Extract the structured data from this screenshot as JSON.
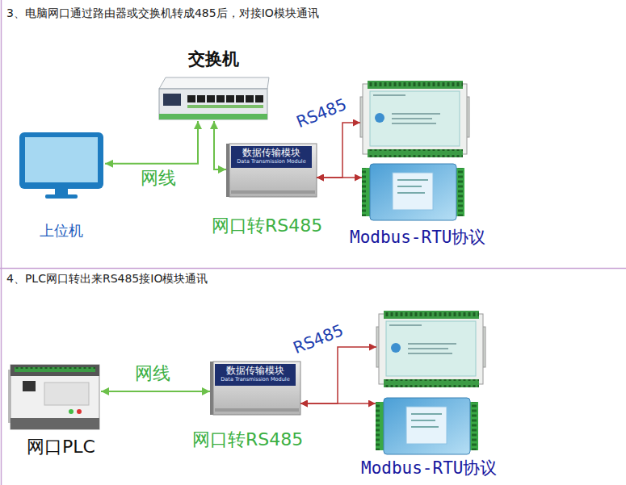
{
  "diagram": {
    "nodes": [
      {
        "text": [
          "上位机"
        ]
      },
      {
        "text": [
          "交换机"
        ]
      },
      {
        "text": [
          "数据传输模块",
          "Data Transmission Module",
          "网口转RS485"
        ]
      },
      {
        "text": []
      },
      {
        "text": [
          "Modbus-RTU协议"
        ]
      },
      {
        "text": [
          "网口PLC"
        ]
      },
      {
        "text": [
          "数据传输模块",
          "Data Transmission Module",
          "网口转RS485"
        ]
      },
      {
        "text": []
      },
      {
        "text": [
          "Modbus-RTU协议"
        ]
      }
    ],
    "edges": [
      {
        "from": 0,
        "to": 1,
        "arrow": "both",
        "label": "网线"
      },
      {
        "from": 1,
        "to": 2,
        "arrow": "both"
      },
      {
        "from": 2,
        "to": 3,
        "arrow": "both",
        "label": "RS485"
      },
      {
        "from": 2,
        "to": 4,
        "arrow": "both"
      },
      {
        "from": 5,
        "to": 6,
        "arrow": "both",
        "label": "网线"
      },
      {
        "from": 6,
        "to": 7,
        "arrow": "both",
        "label": "RS485"
      },
      {
        "from": 6,
        "to": 8,
        "arrow": "both"
      }
    ],
    "labels": [
      "3、电脑网口通过路由器或交换机转成485后，对接IO模块通讯",
      "4、PLC网口转出来RS485接IO模块通讯"
    ]
  }
}
